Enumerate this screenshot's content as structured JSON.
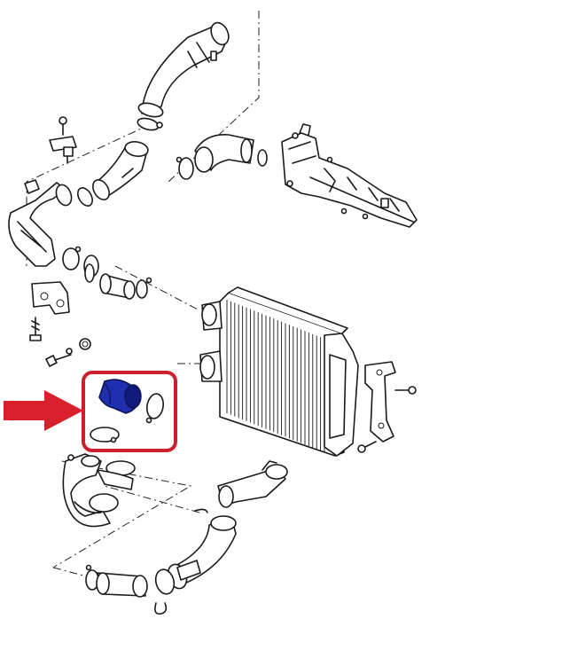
{
  "diagram": {
    "highlight_color": "#cc1f2e",
    "arrow_color": "#d8212c",
    "part_color": "#1f2fb0",
    "highlighted_part": "hose-elbow",
    "icons": [
      "arrow-right-icon",
      "intercooler",
      "intake-manifold",
      "hose",
      "clamp",
      "bolt",
      "bracket"
    ]
  }
}
